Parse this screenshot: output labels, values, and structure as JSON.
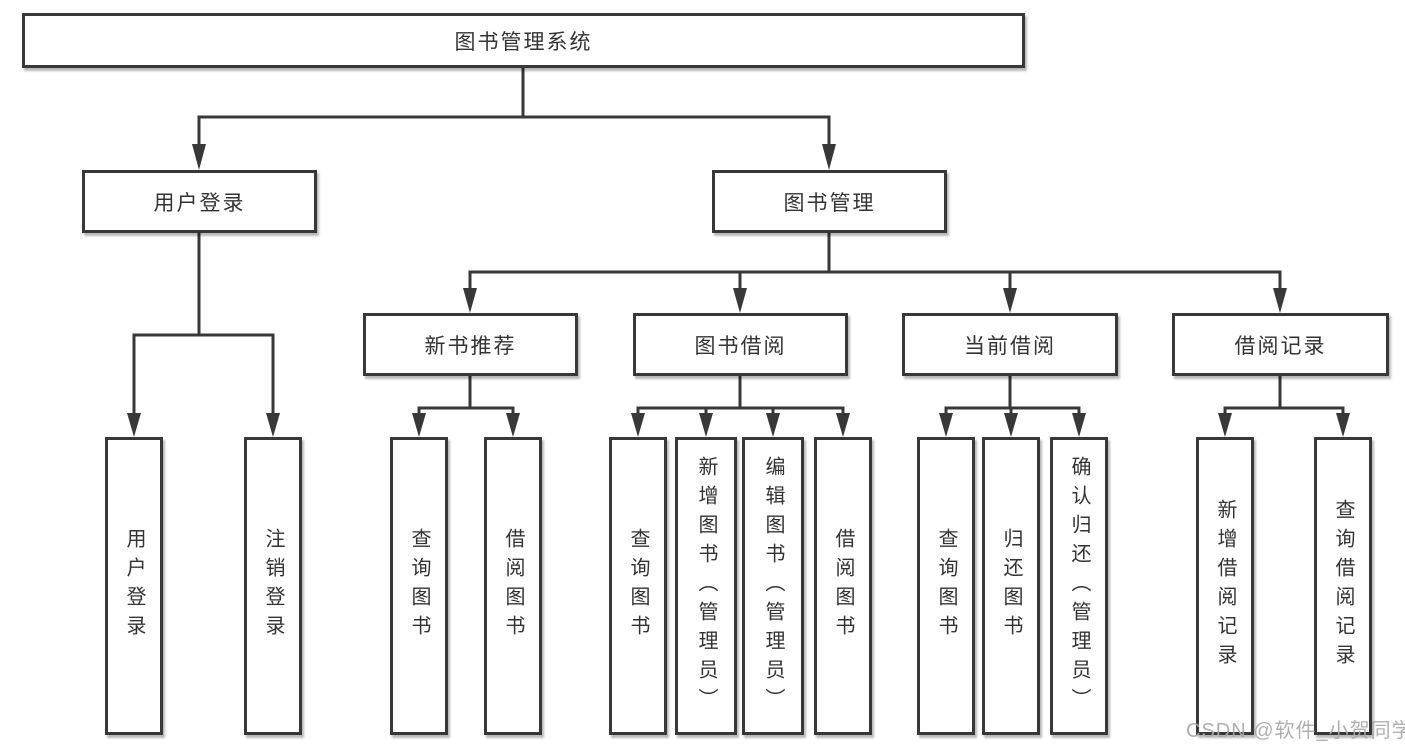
{
  "tree": {
    "root": {
      "label": "图书管理系统",
      "children": [
        {
          "label": "用户登录",
          "children": [
            {
              "label": "用户登录"
            },
            {
              "label": "注销登录"
            }
          ]
        },
        {
          "label": "图书管理",
          "children": [
            {
              "label": "新书推荐",
              "children": [
                {
                  "label": "查询图书"
                },
                {
                  "label": "借阅图书"
                }
              ]
            },
            {
              "label": "图书借阅",
              "children": [
                {
                  "label": "查询图书"
                },
                {
                  "label": "新增图书（管理员）"
                },
                {
                  "label": "编辑图书（管理员）"
                },
                {
                  "label": "借阅图书"
                }
              ]
            },
            {
              "label": "当前借阅",
              "children": [
                {
                  "label": "查询图书"
                },
                {
                  "label": "归还图书"
                },
                {
                  "label": "确认归还（管理员）"
                }
              ]
            },
            {
              "label": "借阅记录",
              "children": [
                {
                  "label": "新增借阅记录"
                },
                {
                  "label": "查询借阅记录"
                }
              ]
            }
          ]
        }
      ]
    }
  },
  "watermark": {
    "text": "CSDN @软件_小贺同学"
  },
  "colors": {
    "line": "#383838",
    "box_border": "#383838",
    "text": "#333333",
    "watermark": "#a9a9a9",
    "background": "#ffffff"
  }
}
